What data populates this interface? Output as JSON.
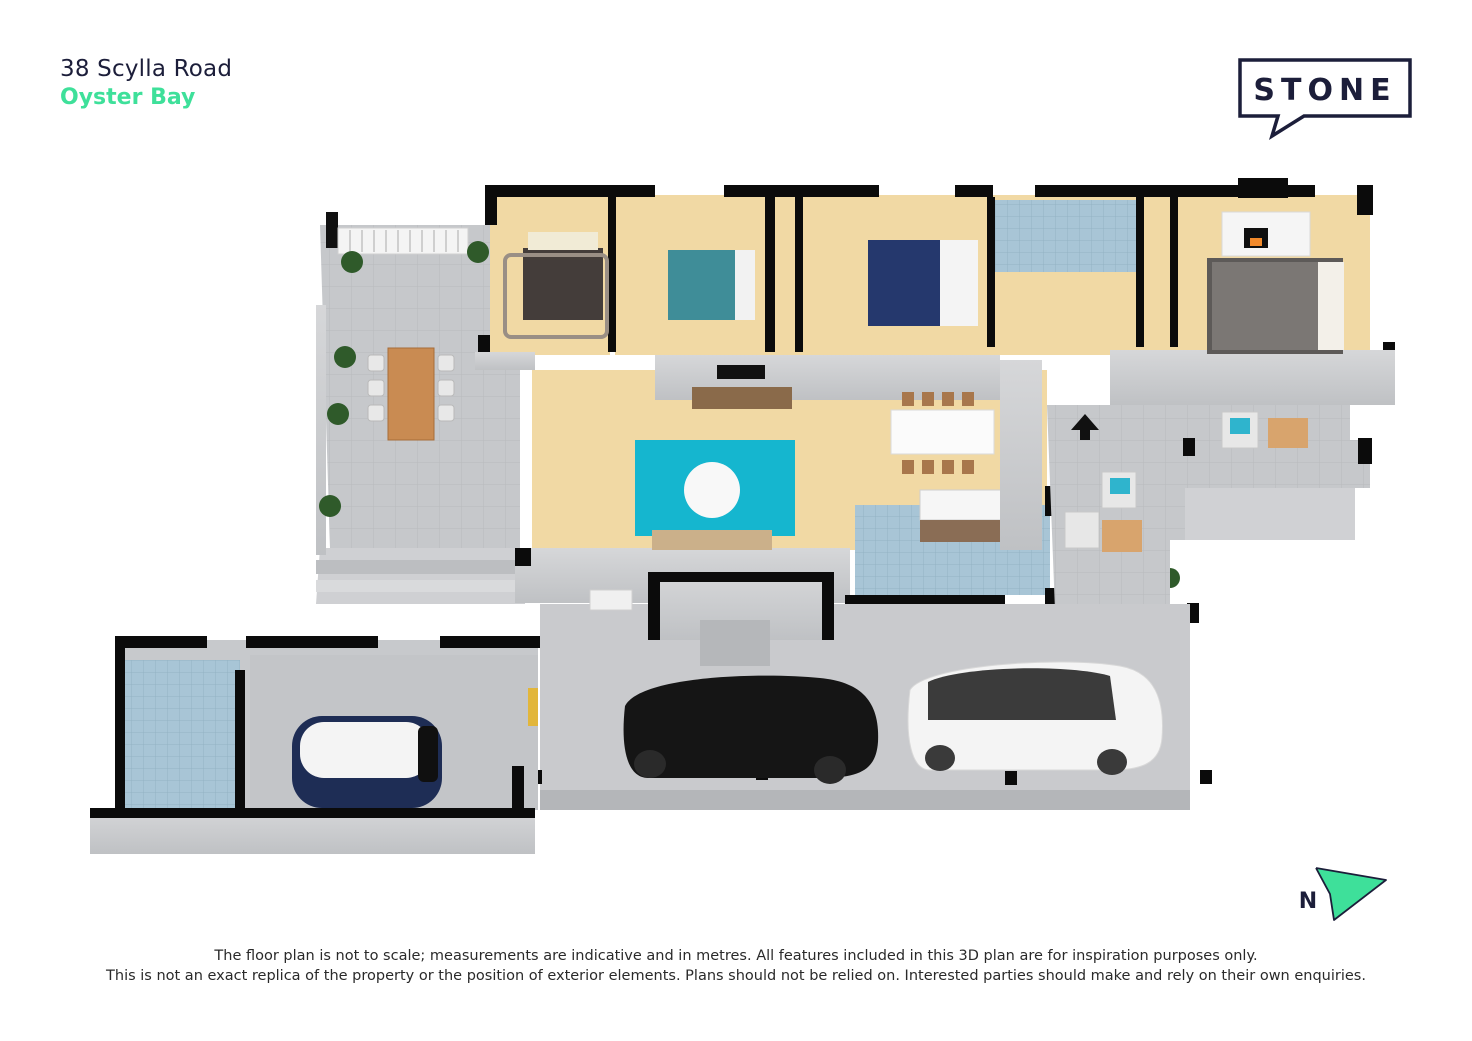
{
  "header": {
    "street": "38 Scylla Road",
    "suburb": "Oyster Bay"
  },
  "brand": {
    "name": "STONE",
    "color": "#1c1e3a"
  },
  "colors": {
    "accent": "#3ee09a",
    "wall": "#0b0b0b",
    "floor_timber": "#f3dcaa",
    "floor_tile": "#c7c9cc",
    "floor_bath": "#a9c6d6",
    "rug": "#14b7cf"
  },
  "compass": {
    "label": "N",
    "icon": "north-arrow-icon"
  },
  "disclaimer": {
    "line1": "The floor plan is not to scale; measurements are indicative and in metres. All features included in this 3D plan are for inspiration purposes only.",
    "line2": "This is not an exact replica of the property or the position of exterior elements. Plans should not be relied on. Interested parties should make and rely on their own enquiries."
  },
  "icons": {
    "entry": "entry-arrow-icon",
    "car": "car-icon",
    "bed": "bed-icon",
    "plant": "plant-icon"
  }
}
